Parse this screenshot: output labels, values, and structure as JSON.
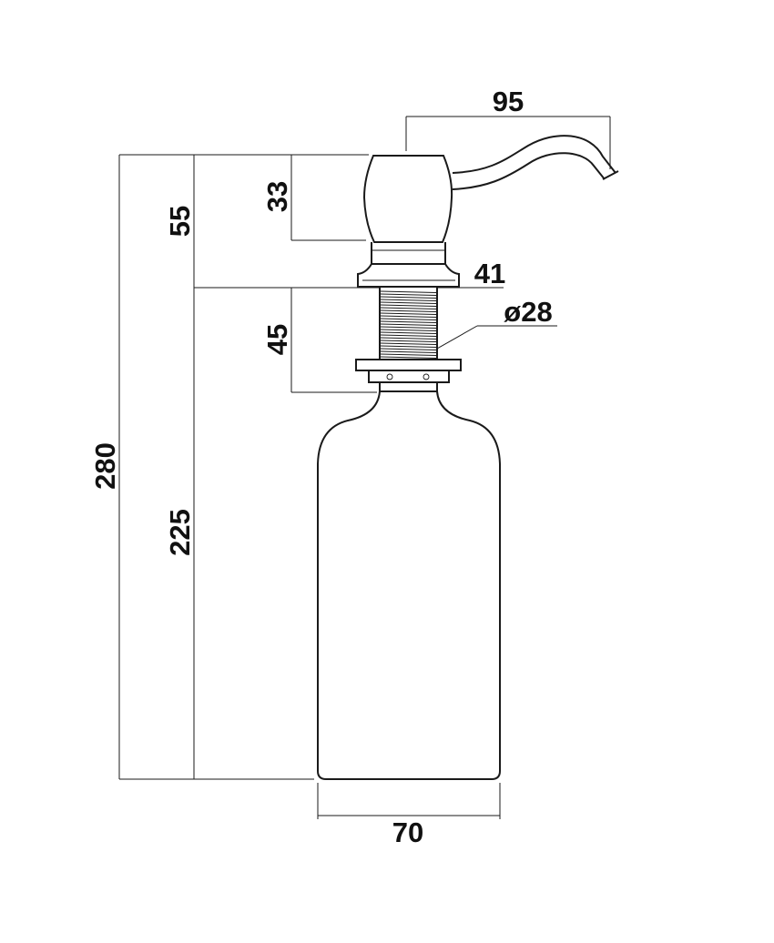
{
  "dimensions": {
    "spout_reach": "95",
    "total_height": "280",
    "pump_height": "55",
    "head_height": "33",
    "flange_width": "41",
    "thread_diameter": "ø28",
    "shank_length": "45",
    "bottle_height": "225",
    "bottle_width": "70"
  },
  "colors": {
    "line": "#1a1a1a",
    "background": "#ffffff"
  }
}
